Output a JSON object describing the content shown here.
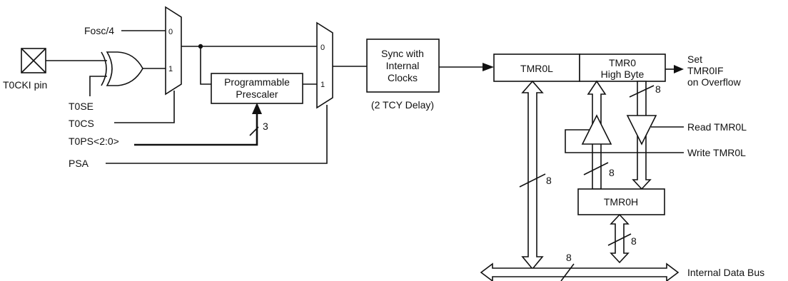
{
  "inputs": {
    "fosc4": "Fosc/4",
    "t0cki_pin": "T0CKI pin",
    "t0se": "T0SE",
    "t0cs": "T0CS",
    "t0ps": "T0PS<2:0>",
    "psa": "PSA"
  },
  "mux": {
    "input0": "0",
    "input1": "1"
  },
  "blocks": {
    "prescaler_line1": "Programmable",
    "prescaler_line2": "Prescaler",
    "sync_line1": "Sync with",
    "sync_line2": "Internal",
    "sync_line3": "Clocks",
    "sync_delay": "(2 TCY Delay)",
    "tmr0l": "TMR0L",
    "tmr0_high_line1": "TMR0",
    "tmr0_high_line2": "High Byte",
    "tmr0h": "TMR0H"
  },
  "outputs": {
    "set_line1": "Set",
    "set_line2": "TMR0IF",
    "set_line3": "on Overflow",
    "read_tmr0l": "Read TMR0L",
    "write_tmr0l": "Write TMR0L",
    "internal_bus": "Internal Data Bus"
  },
  "bus_widths": {
    "prescale_bits": "3",
    "high_byte_bits": "8",
    "buffer_bits": "8",
    "tmr0l_bus_bits": "8",
    "tmr0h_bus_bits": "8",
    "data_bus_bits": "8"
  }
}
